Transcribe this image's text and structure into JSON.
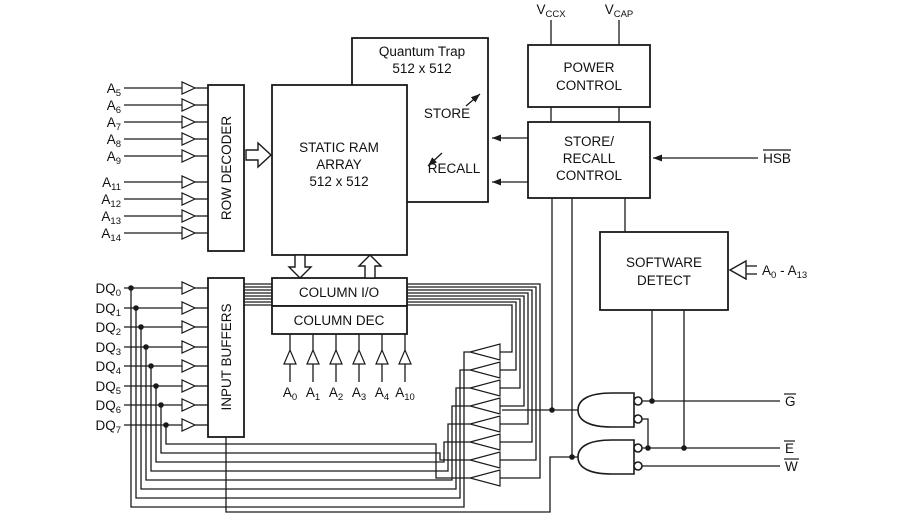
{
  "diagram": {
    "blocks": {
      "quantum_trap": {
        "title": "Quantum Trap",
        "size": "512 x 512"
      },
      "static_ram": {
        "l1": "STATIC RAM",
        "l2": "ARRAY",
        "l3": "512 x 512"
      },
      "power_control": {
        "l1": "POWER",
        "l2": "CONTROL"
      },
      "store_recall_control": {
        "l1": "STORE/",
        "l2": "RECALL",
        "l3": "CONTROL"
      },
      "software_detect": {
        "l1": "SOFTWARE",
        "l2": "DETECT"
      },
      "row_decoder": "ROW DECODER",
      "input_buffers": "INPUT BUFFERS",
      "column_io": "COLUMN I/O",
      "column_dec": "COLUMN DEC"
    },
    "signals": {
      "store": "STORE",
      "recall": "RECALL",
      "hsb": "HSB",
      "g": "G",
      "e": "E",
      "w": "W",
      "vccx": {
        "base": "V",
        "sub": "CCX"
      },
      "vcap": {
        "base": "V",
        "sub": "CAP"
      },
      "addr_bus": {
        "b1": "A",
        "s1": "0",
        "b2": " - A",
        "s2": "13"
      }
    },
    "row_addresses": [
      {
        "base": "A",
        "sub": "5"
      },
      {
        "base": "A",
        "sub": "6"
      },
      {
        "base": "A",
        "sub": "7"
      },
      {
        "base": "A",
        "sub": "8"
      },
      {
        "base": "A",
        "sub": "9"
      },
      {
        "base": "A",
        "sub": "11"
      },
      {
        "base": "A",
        "sub": "12"
      },
      {
        "base": "A",
        "sub": "13"
      },
      {
        "base": "A",
        "sub": "14"
      }
    ],
    "dq_lines": [
      {
        "base": "DQ",
        "sub": "0"
      },
      {
        "base": "DQ",
        "sub": "1"
      },
      {
        "base": "DQ",
        "sub": "2"
      },
      {
        "base": "DQ",
        "sub": "3"
      },
      {
        "base": "DQ",
        "sub": "4"
      },
      {
        "base": "DQ",
        "sub": "5"
      },
      {
        "base": "DQ",
        "sub": "6"
      },
      {
        "base": "DQ",
        "sub": "7"
      }
    ],
    "column_addresses": [
      {
        "base": "A",
        "sub": "0"
      },
      {
        "base": "A",
        "sub": "1"
      },
      {
        "base": "A",
        "sub": "2"
      },
      {
        "base": "A",
        "sub": "3"
      },
      {
        "base": "A",
        "sub": "4"
      },
      {
        "base": "A",
        "sub": "10"
      }
    ]
  },
  "colors": {
    "line": "#1a1a1a",
    "background": "#ffffff"
  }
}
